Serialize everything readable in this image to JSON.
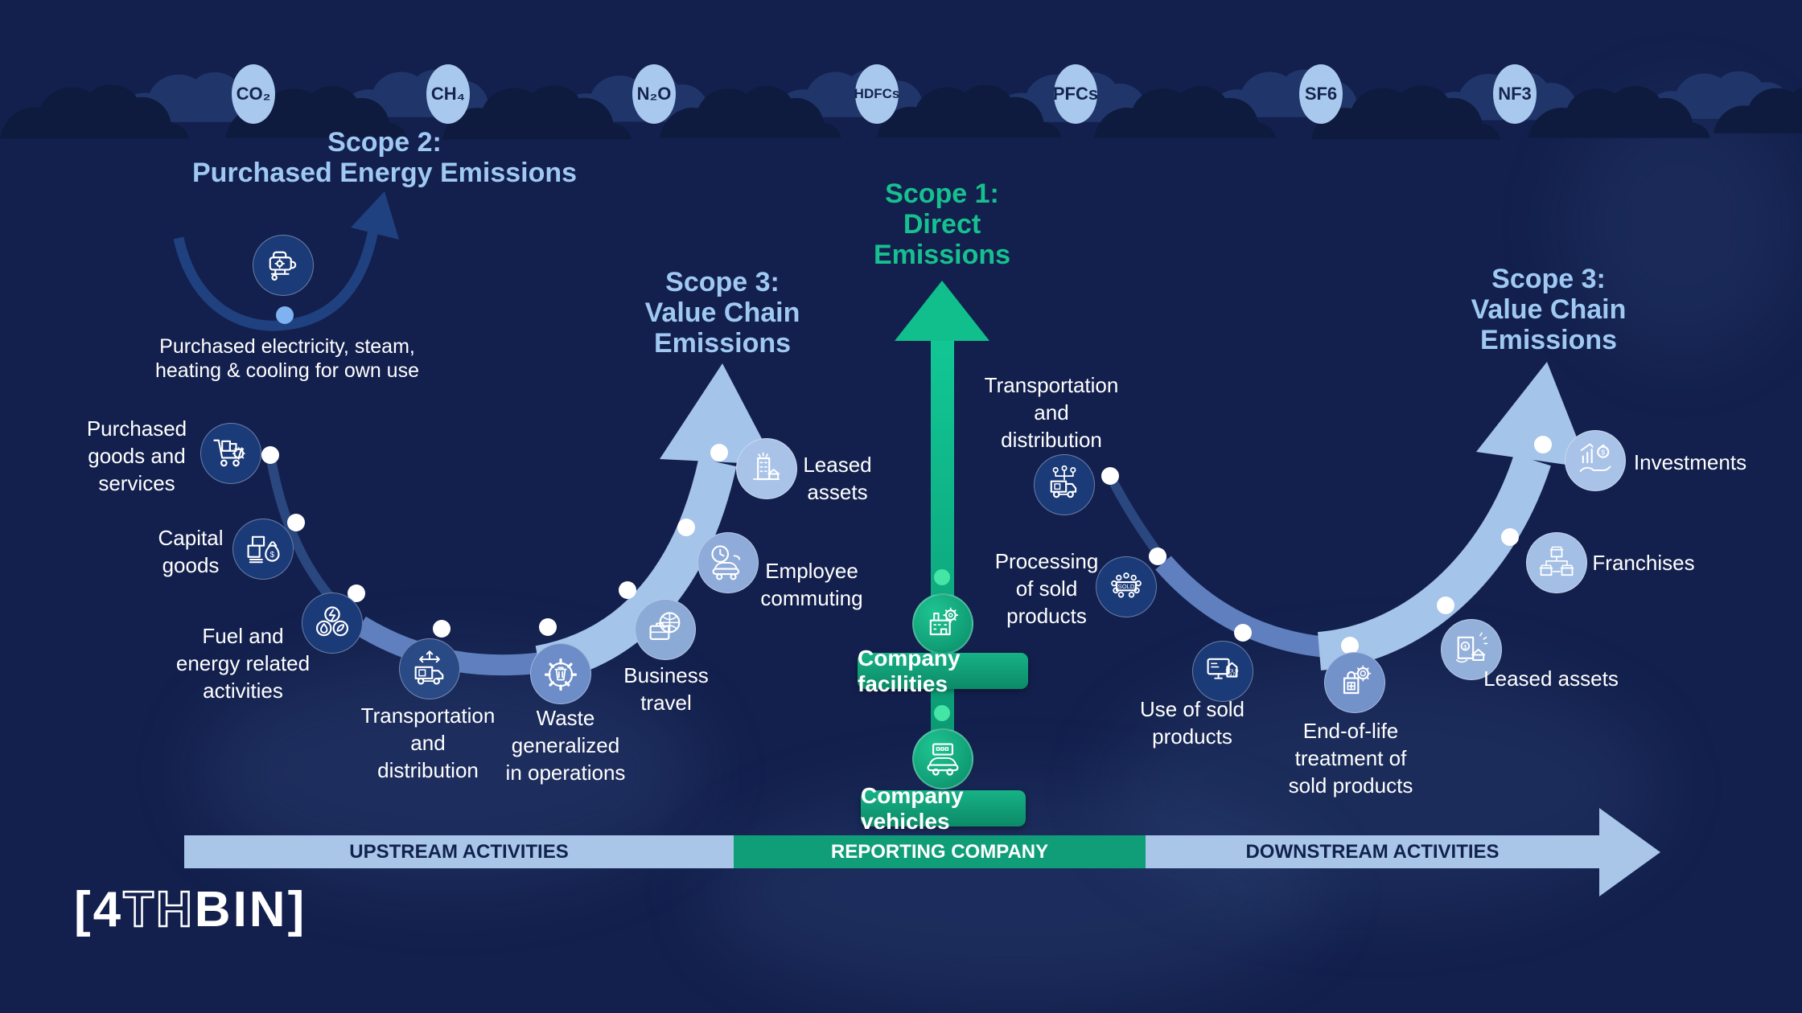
{
  "gases": [
    {
      "label": "CO₂"
    },
    {
      "label": "CH₄"
    },
    {
      "label": "N₂O"
    },
    {
      "label": "HDFCs"
    },
    {
      "label": "PFCs"
    },
    {
      "label": "SF6"
    },
    {
      "label": "NF3"
    }
  ],
  "scope2": {
    "title": "Scope 2:\nPurchased Energy Emissions",
    "item_label": "Purchased electricity, steam,\nheating & cooling for own use",
    "icon": "electric-appliance-icon"
  },
  "scope1": {
    "title": "Scope 1:\nDirect\nEmissions",
    "facilities_label": "Company facilities",
    "facilities_icon": "factory-gear-icon",
    "vehicles_label": "Company vehicles",
    "vehicles_icon": "car-panel-icon"
  },
  "scope3_left": {
    "title": "Scope 3:\nValue Chain\nEmissions",
    "items": [
      {
        "id": "purchased-goods",
        "label": "Purchased\ngoods and\nservices",
        "icon": "cart-icon"
      },
      {
        "id": "capital-goods",
        "label": "Capital\ngoods",
        "icon": "capital-goods-icon"
      },
      {
        "id": "fuel-energy",
        "label": "Fuel and\nenergy related\nactivities",
        "icon": "energy-icon"
      },
      {
        "id": "transportation-distribution-upstream",
        "label": "Transportation\nand\ndistribution",
        "icon": "truck-arrows-icon"
      },
      {
        "id": "waste",
        "label": "Waste\ngeneralized\nin operations",
        "icon": "waste-gear-icon"
      },
      {
        "id": "business-travel",
        "label": "Business\ntravel",
        "icon": "briefcase-globe-icon"
      },
      {
        "id": "employee-commuting",
        "label": "Employee\ncommuting",
        "icon": "car-clock-icon"
      },
      {
        "id": "leased-assets-upstream",
        "label": "Leased\nassets",
        "icon": "building-icon"
      }
    ]
  },
  "scope3_right": {
    "title": "Scope 3:\nValue Chain\nEmissions",
    "items": [
      {
        "id": "transportation-distribution-downstream",
        "label": "Transportation\nand\ndistribution",
        "icon": "truck-pins-icon"
      },
      {
        "id": "processing-sold",
        "label": "Processing\nof sold\nproducts",
        "icon": "sold-gear-icon"
      },
      {
        "id": "use-of-sold",
        "label": "Use of sold\nproducts",
        "icon": "monitor-sold-icon"
      },
      {
        "id": "end-of-life",
        "label": "End-of-life\ntreatment of\nsold products",
        "icon": "bag-badge-icon"
      },
      {
        "id": "leased-assets-downstream",
        "label": "Leased assets",
        "icon": "house-doc-icon"
      },
      {
        "id": "franchises",
        "label": "Franchises",
        "icon": "stores-icon"
      },
      {
        "id": "investments",
        "label": "Investments",
        "icon": "chart-hand-icon"
      }
    ]
  },
  "bottom_bar": {
    "upstream": "UPSTREAM ACTIVITIES",
    "reporting": "REPORTING COMPANY",
    "downstream": "DOWNSTREAM ACTIVITIES"
  },
  "logo": {
    "open": "[",
    "part1": "4",
    "part2": "TH",
    "part3": "BIN",
    "close": "]"
  },
  "colors": {
    "background": "#13204d",
    "heading_blue": "#9fc9f3",
    "green": "#10bf8c",
    "bar_blue": "#a9c6e8",
    "bar_green": "#0f9e78",
    "navy_circle": "#1b3a78",
    "arc_light": "#a5c4ea"
  }
}
